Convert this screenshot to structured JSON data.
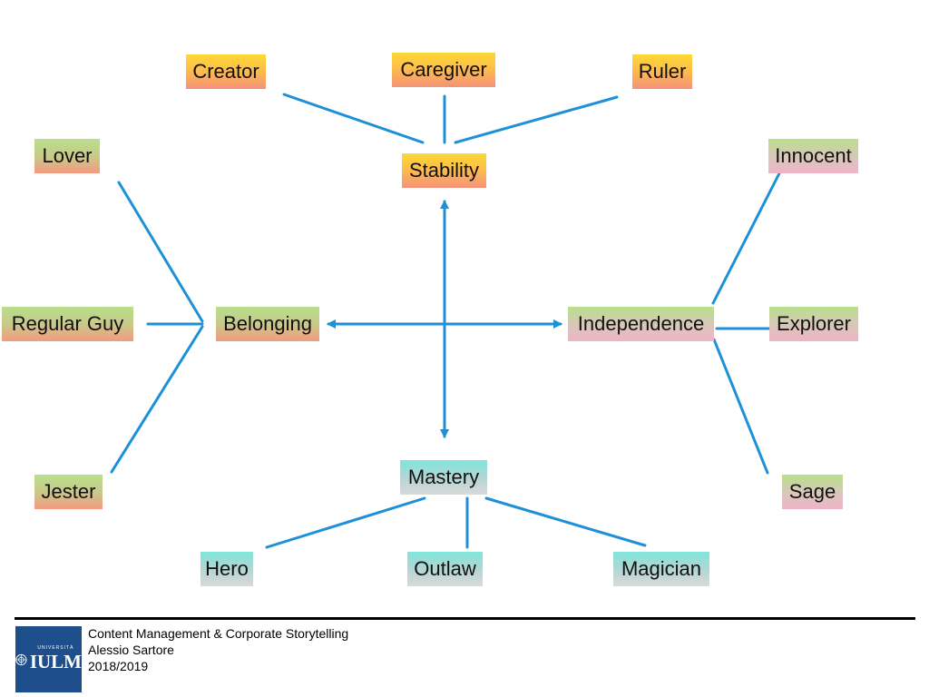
{
  "colors": {
    "connector": "#1e90d8",
    "logo_background": "#1f4e8c"
  },
  "nodes": {
    "creator": "Creator",
    "caregiver": "Caregiver",
    "ruler": "Ruler",
    "lover": "Lover",
    "stability": "Stability",
    "innocent": "Innocent",
    "regular_guy": "Regular Guy",
    "belonging": "Belonging",
    "independence": "Independence",
    "explorer": "Explorer",
    "jester": "Jester",
    "mastery": "Mastery",
    "sage": "Sage",
    "hero": "Hero",
    "outlaw": "Outlaw",
    "magician": "Magician"
  },
  "footer": {
    "line1": "Content Management & Corporate Storytelling",
    "line2": "Alessio Sartore",
    "line3": "2018/2019",
    "logo_text": "IULM",
    "logo_arc_text": "UNIVERSITÀ"
  }
}
